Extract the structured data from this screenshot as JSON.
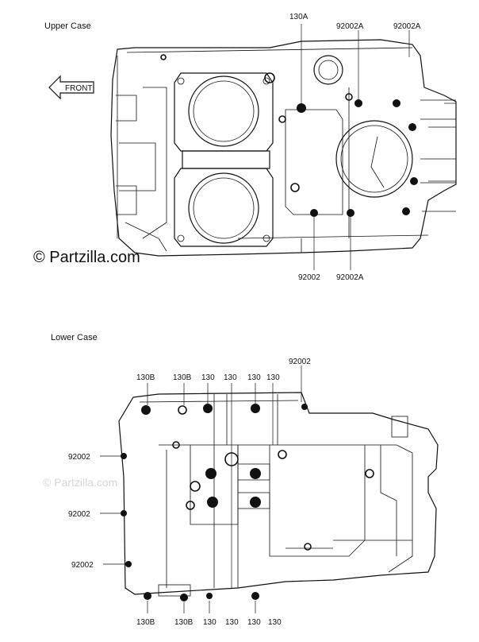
{
  "upper_case": {
    "title": "Upper Case",
    "front_label": "FRONT",
    "callouts": {
      "top_a": "130A",
      "top_b": "92002A",
      "top_c": "92002A",
      "bottom_a": "92002",
      "bottom_b": "92002A"
    }
  },
  "watermark": {
    "main": "© Partzilla.com",
    "faint": "© Partzilla.com"
  },
  "lower_case": {
    "title": "Lower Case",
    "top_labels": [
      "130B",
      "130B",
      "130",
      "130",
      "130",
      "130",
      "92002"
    ],
    "side_labels": [
      "92002",
      "92002",
      "92002"
    ],
    "bottom_labels": [
      "130B",
      "130B",
      "130",
      "130",
      "130",
      "130"
    ]
  }
}
